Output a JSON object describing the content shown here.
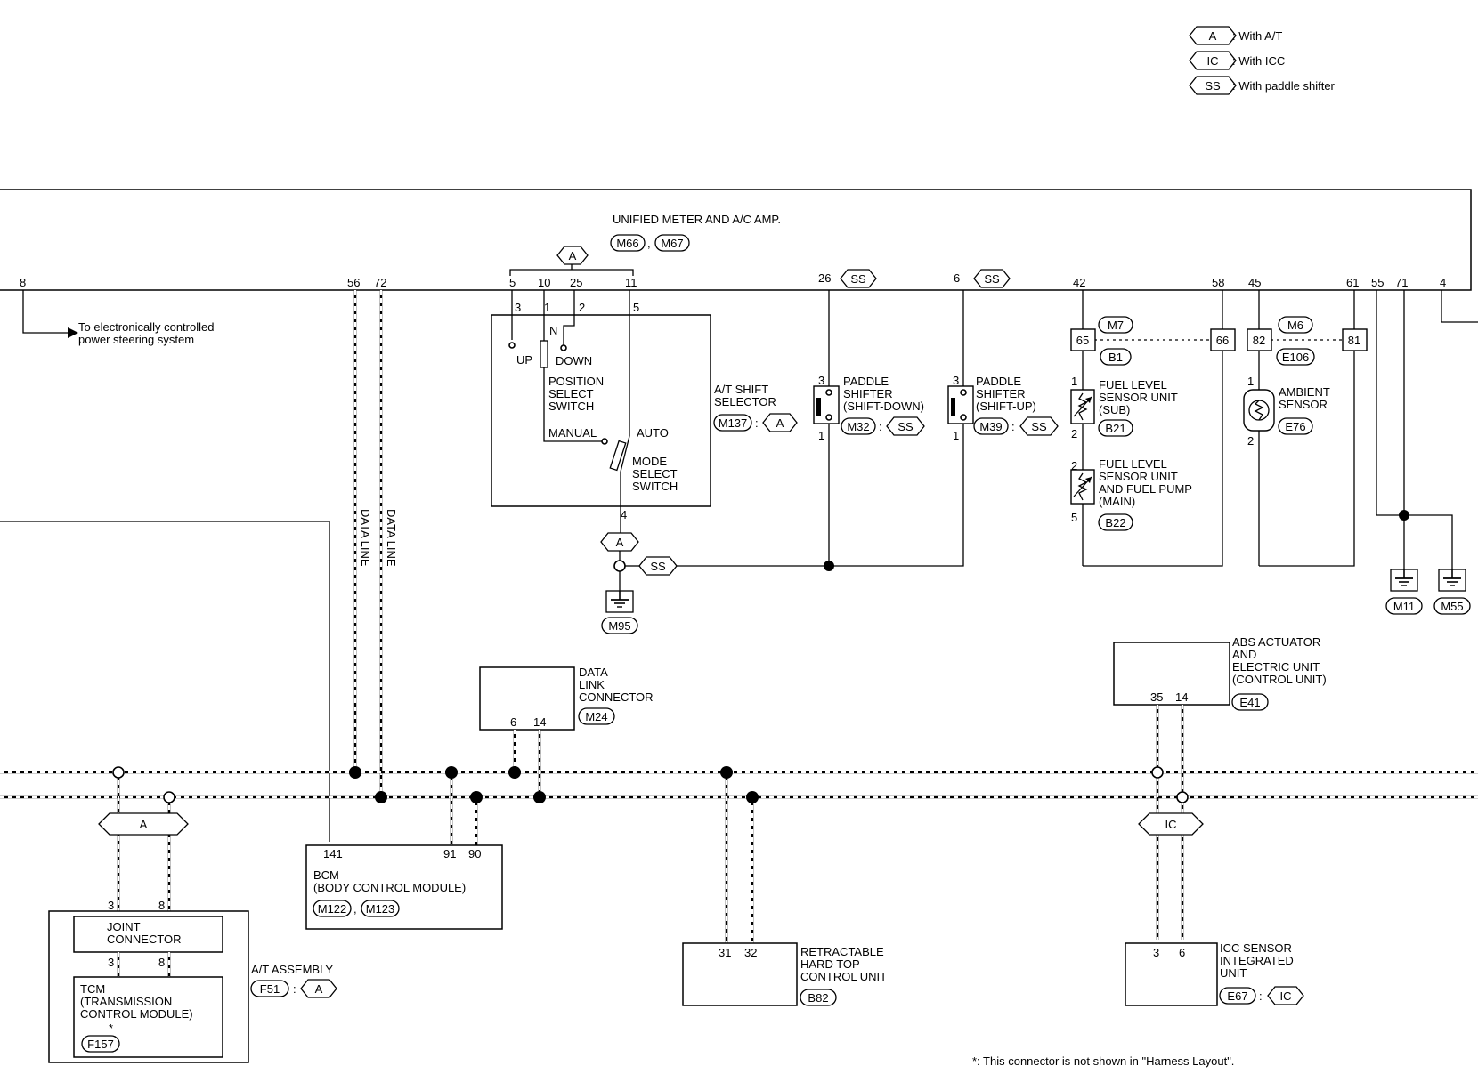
{
  "legend": {
    "items": [
      {
        "tag": "A",
        "desc": ": With A/T"
      },
      {
        "tag": "IC",
        "desc": ": With ICC"
      },
      {
        "tag": "SS",
        "desc": ": With paddle shifter"
      }
    ]
  },
  "meter": {
    "title": "UNIFIED METER AND A/C AMP.",
    "conn1": "M66",
    "conn_sep": ",",
    "conn2": "M67",
    "pins": [
      "8",
      "56",
      "72",
      "5",
      "10",
      "25",
      "11",
      "26",
      "6",
      "42",
      "58",
      "45",
      "61",
      "55",
      "71",
      "4"
    ]
  },
  "eps_note": [
    "To electronically controlled",
    "power steering system"
  ],
  "data_line": "DATA LINE",
  "shift_selector": {
    "title": [
      "A/T SHIFT",
      "SELECTOR"
    ],
    "conn": "M137",
    "colon": ":",
    "position_switch": [
      "POSITION",
      "SELECT",
      "SWITCH"
    ],
    "mode_switch": [
      "MODE",
      "SELECT",
      "SWITCH"
    ],
    "labels": {
      "up": "UP",
      "n": "N",
      "down": "DOWN",
      "manual": "MANUAL",
      "auto": "AUTO"
    },
    "pins": [
      "3",
      "1",
      "2",
      "5",
      "4"
    ],
    "ground": "M95"
  },
  "paddle_down": {
    "title": [
      "PADDLE",
      "SHIFTER",
      "(SHIFT-DOWN)"
    ],
    "conn": "M32",
    "pins": [
      "3",
      "1"
    ]
  },
  "paddle_up": {
    "title": [
      "PADDLE",
      "SHIFTER",
      "(SHIFT-UP)"
    ],
    "conn": "M39",
    "pins": [
      "3",
      "1"
    ]
  },
  "fuel": {
    "joint_top": "M7",
    "joint_bottom": "B1",
    "left_pin": "65",
    "right_pin": "66",
    "sub": {
      "title": [
        "FUEL LEVEL",
        "SENSOR UNIT",
        "(SUB)"
      ],
      "conn": "B21",
      "pins": [
        "1",
        "2"
      ]
    },
    "main": {
      "title": [
        "FUEL LEVEL",
        "SENSOR UNIT",
        "AND FUEL PUMP",
        "(MAIN)"
      ],
      "conn": "B22",
      "pins": [
        "2",
        "5"
      ]
    }
  },
  "ambient": {
    "joint_top": "M6",
    "joint_bottom": "E106",
    "left_pin": "82",
    "right_pin": "81",
    "title": [
      "AMBIENT",
      "SENSOR"
    ],
    "conn": "E76",
    "pins": [
      "1",
      "2"
    ]
  },
  "grounds": [
    "M11",
    "M55"
  ],
  "dlc": {
    "title": [
      "DATA",
      "LINK",
      "CONNECTOR"
    ],
    "conn": "M24",
    "pins": [
      "6",
      "14"
    ]
  },
  "abs": {
    "title": [
      "ABS ACTUATOR",
      "AND",
      "ELECTRIC UNIT",
      "(CONTROL UNIT)"
    ],
    "conn": "E41",
    "pins": [
      "35",
      "14"
    ]
  },
  "bcm": {
    "title": [
      "BCM",
      "(BODY CONTROL MODULE)"
    ],
    "conn1": "M122",
    "conn2": "M123",
    "conn_sep": ",",
    "pins": [
      "141",
      "91",
      "90"
    ]
  },
  "joint_connector": {
    "title": [
      "JOINT",
      "CONNECTOR"
    ],
    "pins": [
      "3",
      "8"
    ]
  },
  "tcm": {
    "title": [
      "TCM",
      "(TRANSMISSION",
      " CONTROL MODULE)"
    ],
    "conn": "F157",
    "star": "*",
    "pins": [
      "3",
      "8"
    ]
  },
  "at_assembly": {
    "title": "A/T ASSEMBLY",
    "conn": "F51"
  },
  "hard_top": {
    "title": [
      "RETRACTABLE",
      "HARD TOP",
      "CONTROL UNIT"
    ],
    "conn": "B82",
    "pins": [
      "31",
      "32"
    ]
  },
  "icc": {
    "title": [
      "ICC SENSOR",
      "INTEGRATED",
      "UNIT"
    ],
    "conn": "E67",
    "pins": [
      "3",
      "6"
    ]
  },
  "footnote": "*: This connector is not shown in \"Harness Layout\".",
  "tags": {
    "a": "A",
    "ss": "SS",
    "ic": "IC"
  }
}
